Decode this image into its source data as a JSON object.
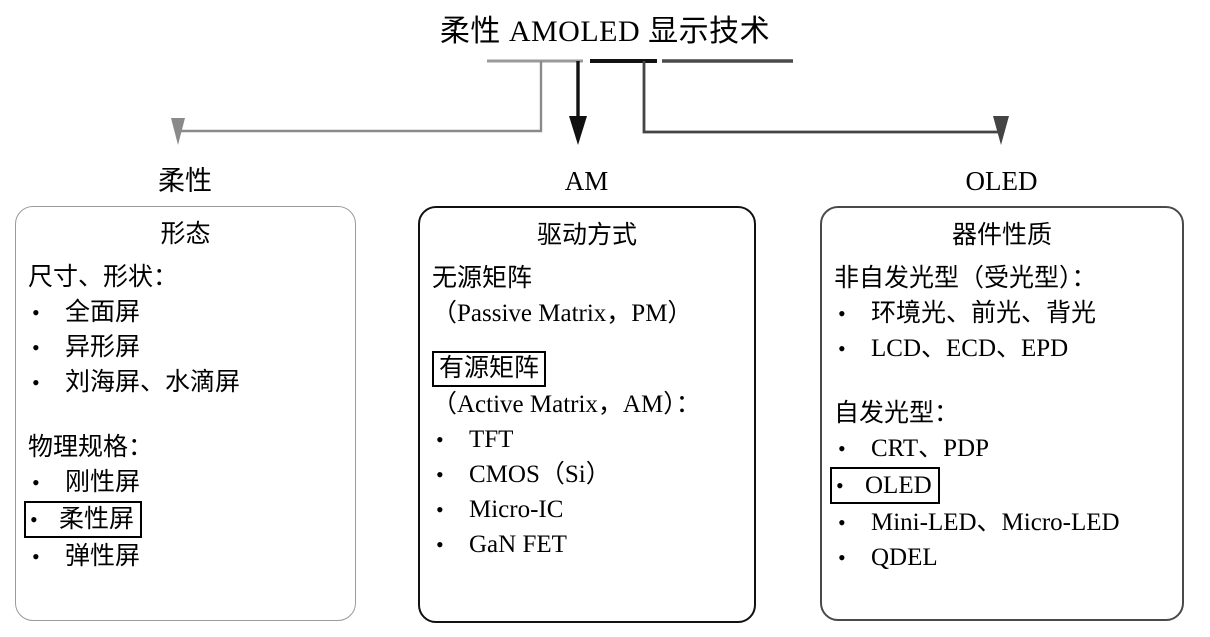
{
  "title": "柔性 AMOLED 显示技术",
  "title_segments": [
    {
      "text": "柔性",
      "underline_color": "#9a9a9a"
    },
    {
      "text": "AMOLED",
      "underline_color": "#111111"
    },
    {
      "text": "显示技术",
      "underline_color": "#4a4a4a"
    }
  ],
  "columns": [
    {
      "header": "柔性",
      "box_title": "形态",
      "border_color": "#9a9a9a",
      "arrow_color": "#8a8a8a",
      "groups": [
        {
          "head": "尺寸、形状：",
          "items": [
            {
              "text": "全面屏",
              "highlighted": false
            },
            {
              "text": "异形屏",
              "highlighted": false
            },
            {
              "text": "刘海屏、水滴屏",
              "highlighted": false
            }
          ]
        },
        {
          "head": "物理规格：",
          "items": [
            {
              "text": "刚性屏",
              "highlighted": false
            },
            {
              "text": "柔性屏",
              "highlighted": true
            },
            {
              "text": "弹性屏",
              "highlighted": false
            }
          ]
        }
      ]
    },
    {
      "header": "AM",
      "box_title": "驱动方式",
      "border_color": "#111111",
      "arrow_color": "#111111",
      "lines": [
        {
          "text": "无源矩阵",
          "highlighted": false
        },
        {
          "text": "（Passive Matrix，PM）",
          "highlighted": false
        }
      ],
      "groups": [
        {
          "head": "有源矩阵",
          "head_highlighted": true,
          "subhead": "（Active Matrix，AM）：",
          "items": [
            {
              "text": "TFT",
              "highlighted": false
            },
            {
              "text": "CMOS（Si）",
              "highlighted": false
            },
            {
              "text": "Micro-IC",
              "highlighted": false
            },
            {
              "text": "GaN FET",
              "highlighted": false
            }
          ]
        }
      ]
    },
    {
      "header": "OLED",
      "box_title": "器件性质",
      "border_color": "#4a4a4a",
      "arrow_color": "#444444",
      "groups": [
        {
          "head": "非自发光型（受光型）：",
          "items": [
            {
              "text": "环境光、前光、背光",
              "highlighted": false
            },
            {
              "text": "LCD、ECD、EPD",
              "highlighted": false
            }
          ]
        },
        {
          "head": "自发光型：",
          "items": [
            {
              "text": "CRT、PDP",
              "highlighted": false
            },
            {
              "text": "OLED",
              "highlighted": true
            },
            {
              "text": "Mini-LED、Micro-LED",
              "highlighted": false
            },
            {
              "text": "QDEL",
              "highlighted": false
            }
          ]
        }
      ]
    }
  ],
  "bullet_glyph": "•"
}
